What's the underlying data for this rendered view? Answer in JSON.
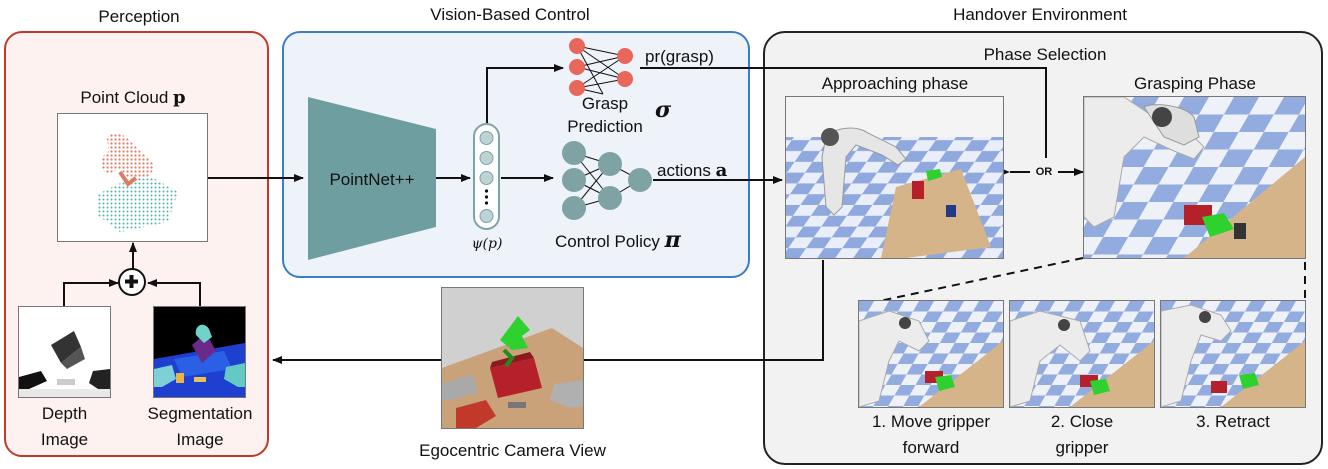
{
  "perception": {
    "title": "Perception",
    "point_cloud_label": "Point Cloud",
    "point_cloud_symbol": "p",
    "depth_label_1": "Depth",
    "depth_label_2": "Image",
    "seg_label_1": "Segmentation",
    "seg_label_2": "Image"
  },
  "control": {
    "title": "Vision-Based Control",
    "pointnet_label": "PointNet++",
    "feature_label": "ψ(p)",
    "grasp_label_1": "Grasp",
    "grasp_label_2": "Prediction",
    "grasp_symbol": "σ",
    "grasp_output": "pr(grasp)",
    "policy_label": "Control Policy",
    "policy_symbol": "π",
    "policy_output": "actions",
    "policy_output_symbol": "a"
  },
  "handover": {
    "title": "Handover Environment",
    "phase_selection": "Phase Selection",
    "approaching": "Approaching phase",
    "grasping": "Grasping Phase",
    "or_label": "OR",
    "step1_line1": "1. Move gripper",
    "step1_line2": "forward",
    "step2_line1": "2. Close",
    "step2_line2": "gripper",
    "step3": "3. Retract"
  },
  "egocentric": {
    "label": "Egocentric Camera View"
  },
  "colors": {
    "perception_border": "#c0392b",
    "perception_fill": "#fdf2ef",
    "control_border": "#3d7cc9",
    "control_fill": "#eef3fa",
    "handover_border": "#222222",
    "handover_fill": "#f2f2f2",
    "network_node": "#7fa3a5",
    "grasp_node": "#e8665a",
    "pointnet_fill": "#6f9ea1"
  }
}
